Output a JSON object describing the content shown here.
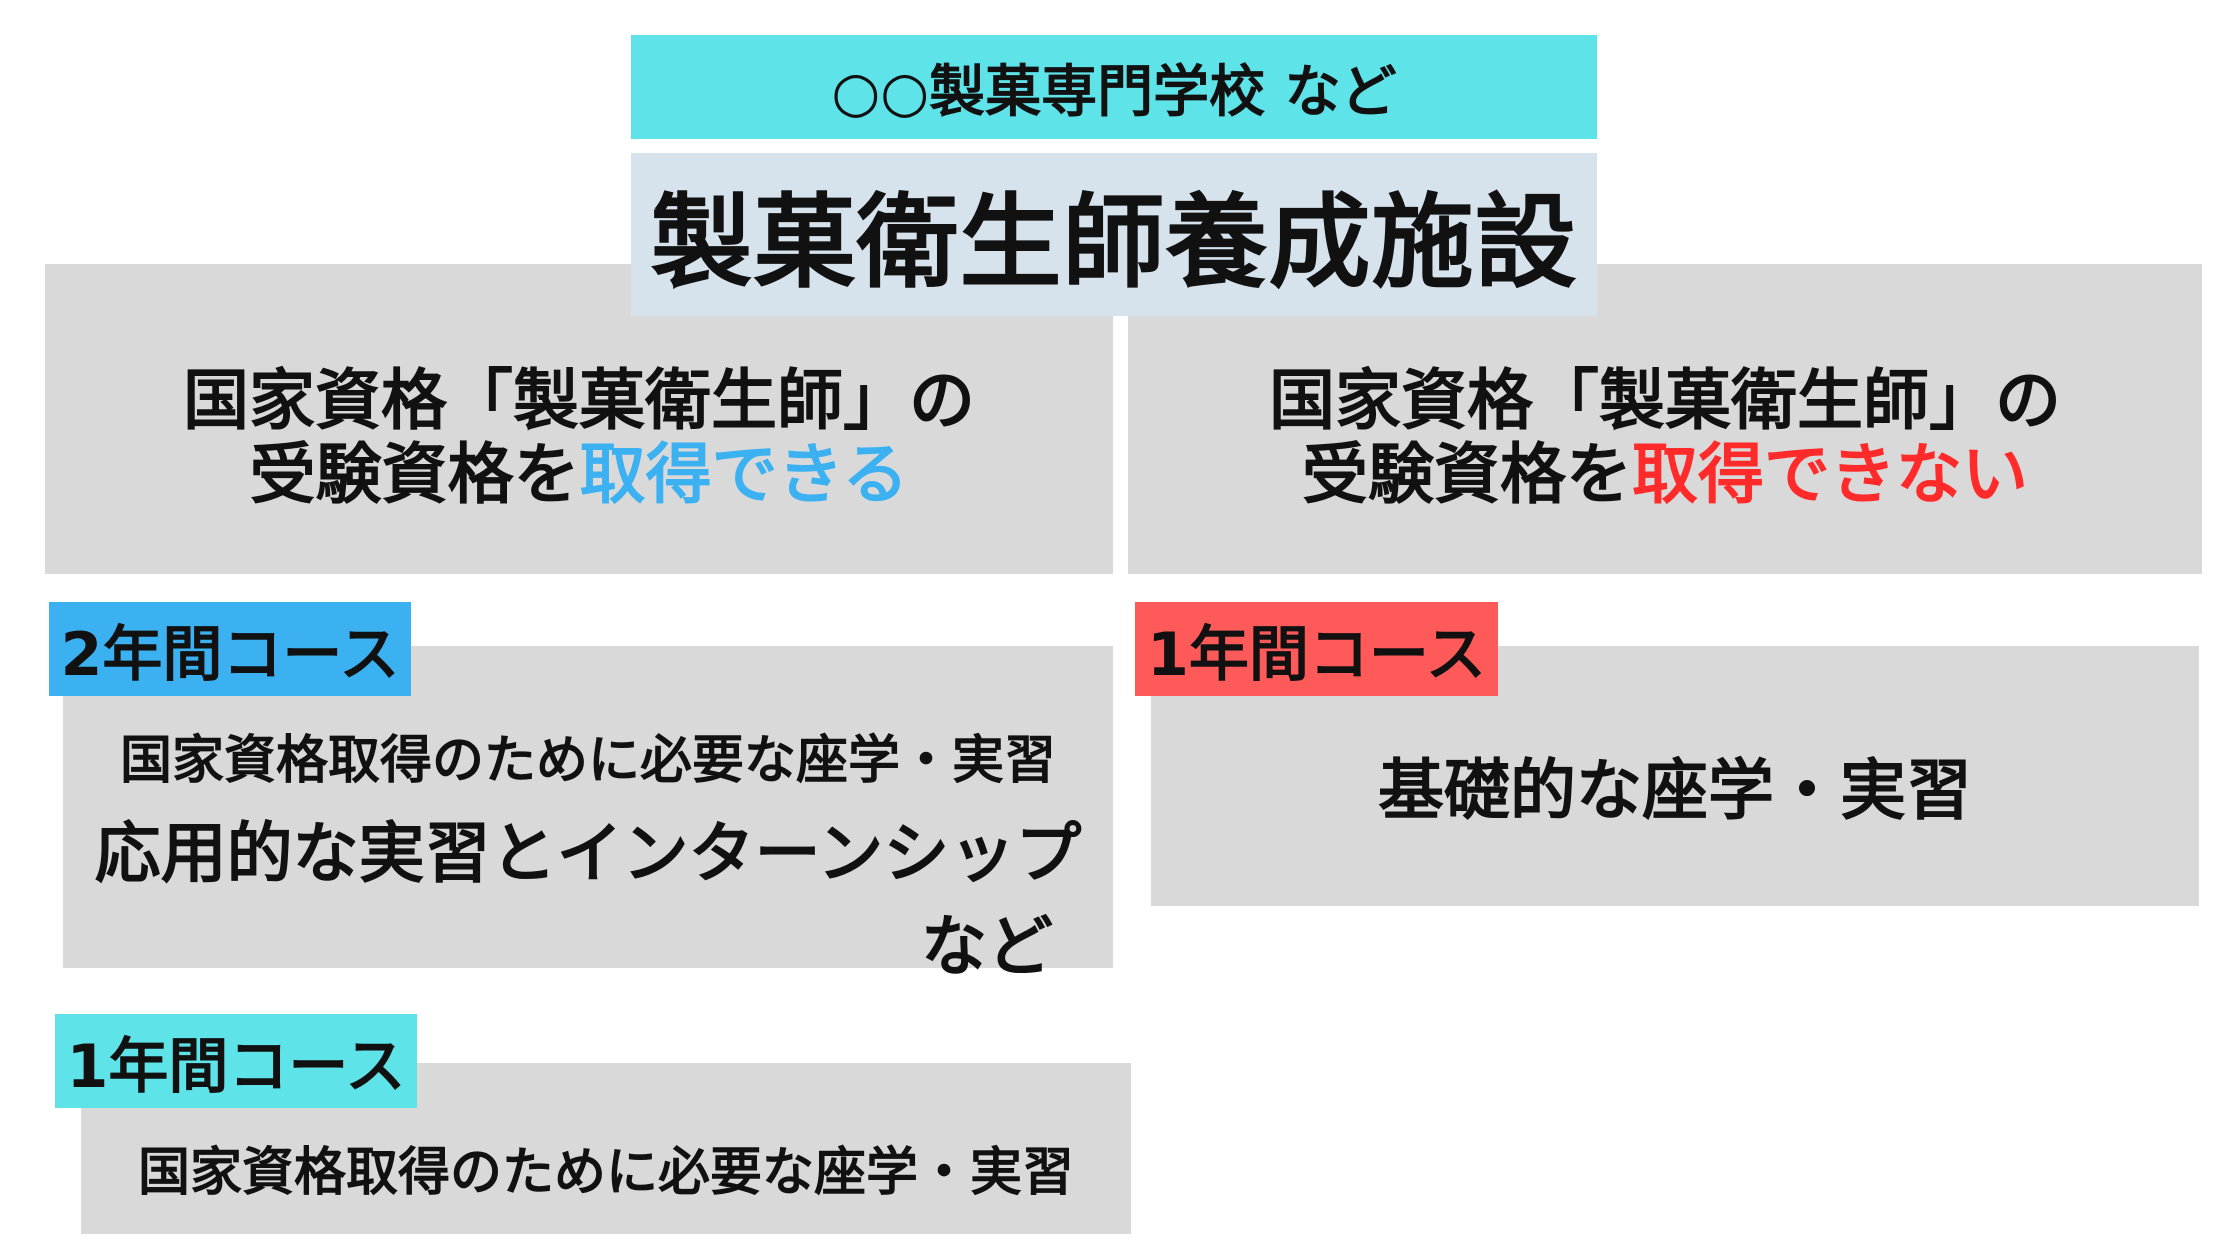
{
  "school_label": "○○製菓専門学校 など",
  "facility_title": "製菓衛生師養成施設",
  "left_panel": {
    "line1": "国家資格「製菓衛生師」の",
    "line2_prefix": "受験資格を",
    "line2_highlight": "取得できる",
    "highlight_color": "#3bb1f2"
  },
  "right_panel": {
    "line1": "国家資格「製菓衛生師」の",
    "line2_prefix": "受験資格を",
    "line2_highlight": "取得できない",
    "highlight_color": "#ff2a2a"
  },
  "courses": {
    "two_year": {
      "tag": "2年間コース",
      "tag_color": "#3bb1f2",
      "content_line1": "国家資格取得のために必要な座学・実習",
      "content_line2": "応用的な実習とインターンシップ",
      "content_line3": "など"
    },
    "one_year_left": {
      "tag": "1年間コース",
      "tag_color": "#5ee3e8",
      "content": "国家資格取得のために必要な座学・実習"
    },
    "one_year_right": {
      "tag": "1年間コース",
      "tag_color": "#ff5a5a",
      "content": "基礎的な座学・実習"
    }
  }
}
